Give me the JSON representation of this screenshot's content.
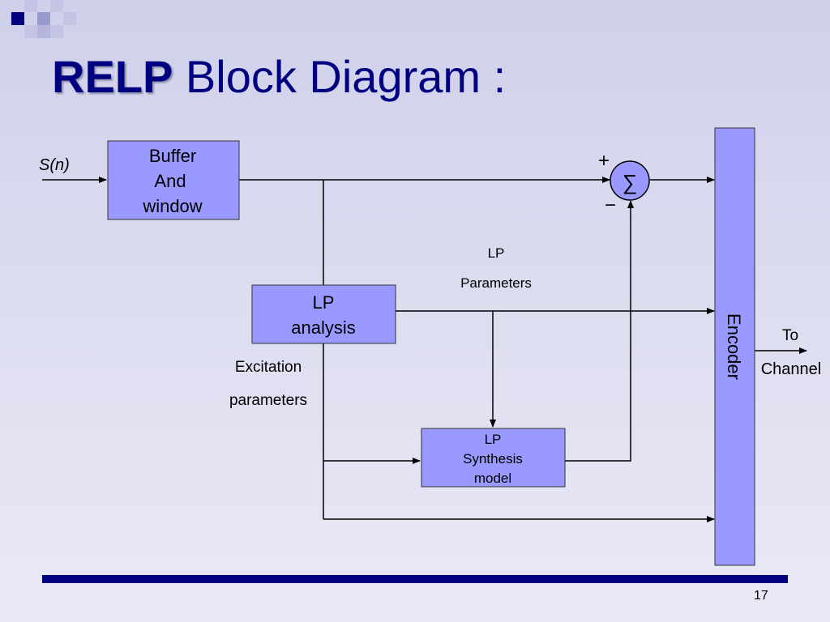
{
  "slide": {
    "title_emphasis": "RELP",
    "title_rest": " Block Diagram :",
    "page_number": "17"
  },
  "colors": {
    "title": "#000080",
    "block_fill": "#9999ff",
    "rule": "#000080",
    "line": "#000000"
  },
  "diagram": {
    "input_label": "S(n)",
    "buffer_lines": [
      "Buffer",
      "And",
      "window"
    ],
    "lp_analysis_lines": [
      "LP",
      "analysis"
    ],
    "synthesis_lines": [
      "LP",
      "Synthesis",
      "model"
    ],
    "encoder_label": "Encoder",
    "sum_symbol": "∑",
    "plus_sign": "+",
    "minus_sign": "−",
    "lp_params_lines": [
      "LP",
      "Parameters"
    ],
    "excitation_lines": [
      "Excitation",
      "parameters"
    ],
    "output_lines": [
      "To",
      "Channel"
    ]
  }
}
